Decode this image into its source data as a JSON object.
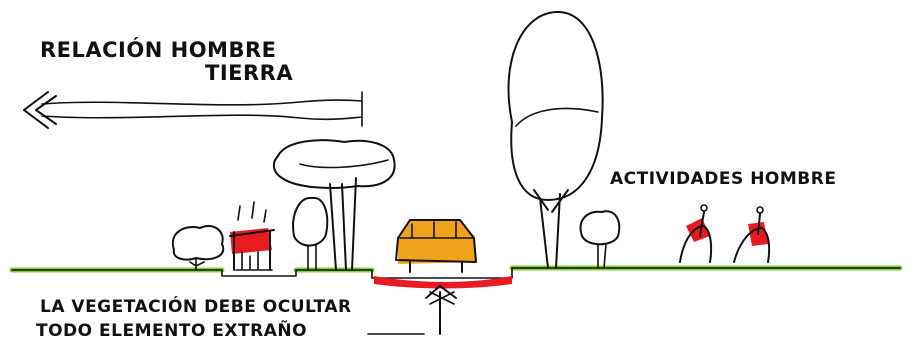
{
  "labels": {
    "title_line1": "RELACIÓN HOMBRE",
    "title_line2": "TIERRA",
    "activities": "ACTIVIDADES HOMBRE",
    "note_line1": "LA VEGETACIÓN DEBE OCULTAR",
    "note_line2": "TODO ELEMENTO EXTRAÑO"
  },
  "colors": {
    "ink": "#111111",
    "ground": "#7fd13a",
    "road": "#e81b23",
    "car": "#f0a21a",
    "people": "#e81b23",
    "paper": "#ffffff"
  }
}
